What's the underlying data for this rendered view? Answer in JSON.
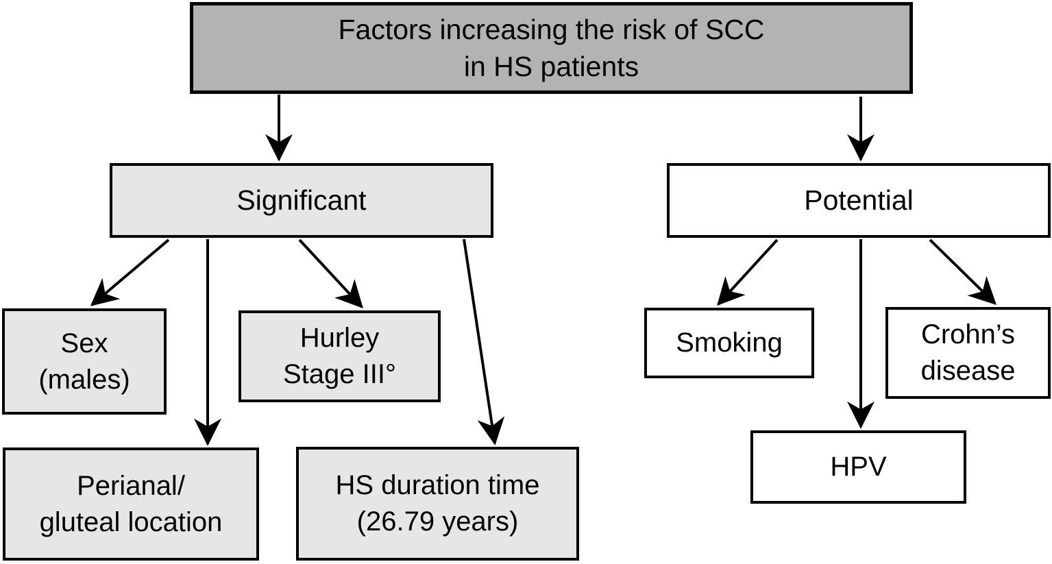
{
  "diagram_type": "flowchart",
  "colors": {
    "root_fill": "#b3b3b3",
    "significant_branch_fill": "#e6e6e6",
    "potential_branch_fill": "#ffffff",
    "border_and_arrows": "#000000",
    "background": "#ffffff"
  },
  "nodes": {
    "root": {
      "lines": [
        "Factors increasing the risk of SCC",
        "in HS patients"
      ]
    },
    "significant": {
      "label": "Significant"
    },
    "potential": {
      "label": "Potential"
    },
    "sex": {
      "lines": [
        "Sex",
        "(males)"
      ]
    },
    "hurley": {
      "lines": [
        "Hurley",
        "Stage III°"
      ]
    },
    "perianal": {
      "lines": [
        "Perianal/",
        "gluteal location"
      ]
    },
    "duration": {
      "lines": [
        "HS duration time",
        "(26.79 years)"
      ]
    },
    "smoking": {
      "label": "Smoking"
    },
    "hpv": {
      "label": "HPV"
    },
    "crohns": {
      "lines": [
        "Crohn’s",
        "disease"
      ]
    }
  },
  "edges": [
    {
      "from": "root",
      "to": "significant"
    },
    {
      "from": "root",
      "to": "potential"
    },
    {
      "from": "significant",
      "to": "sex"
    },
    {
      "from": "significant",
      "to": "perianal"
    },
    {
      "from": "significant",
      "to": "hurley"
    },
    {
      "from": "significant",
      "to": "duration"
    },
    {
      "from": "potential",
      "to": "smoking"
    },
    {
      "from": "potential",
      "to": "hpv"
    },
    {
      "from": "potential",
      "to": "crohns"
    }
  ]
}
